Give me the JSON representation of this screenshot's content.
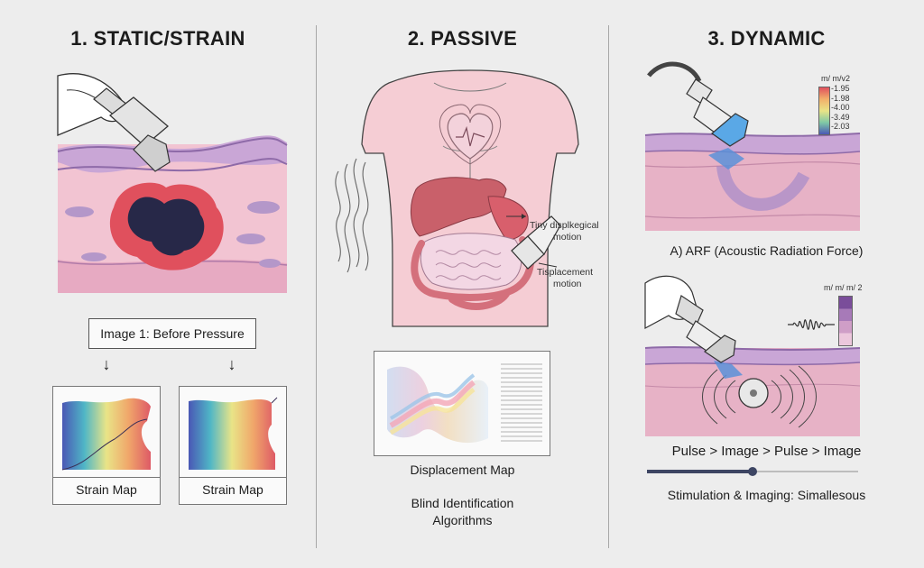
{
  "panels": {
    "static": {
      "title": "1. STATIC/STRAIN",
      "before_label": "Image 1: Before Pressure",
      "arrow_left": "↓",
      "arrow_right": "↓",
      "map_left_caption": "Strain Map",
      "map_right_caption": "Strain Map"
    },
    "passive": {
      "title": "2. PASSIVE",
      "motion_label_1_line1": "Tiny displkegical",
      "motion_label_1_line2": "motion",
      "motion_label_2_line1": "Tisplacement",
      "motion_label_2_line2": "motion",
      "map_caption": "Displacement Map",
      "algo_line1": "Blind Identification",
      "algo_line2": "Algorithms"
    },
    "dynamic": {
      "title": "3. DYNAMIC",
      "scale_top_title": "m/ m/v2",
      "scale_top_values": [
        "-1.95",
        "-1.98",
        "-4.00",
        "-3.49",
        "-2.03"
      ],
      "arf_caption": "A) ARF (Acoustic Radiation Force)",
      "scale_bottom_title": "m/ m/ m/ 2",
      "sequence": "Pulse > Image > Pulse > Image",
      "sequence_progress": 0.5,
      "simultaneous": "Stimulation & Imaging: Simallesous"
    }
  },
  "colors": {
    "tissue_pink": "#f2c4d2",
    "vessel_purple": "#b497c9",
    "lesion_red": "#e0505d",
    "lesion_navy": "#272848",
    "body_pink": "#f5cdd4",
    "accent_blue": "#4a8fd6"
  }
}
